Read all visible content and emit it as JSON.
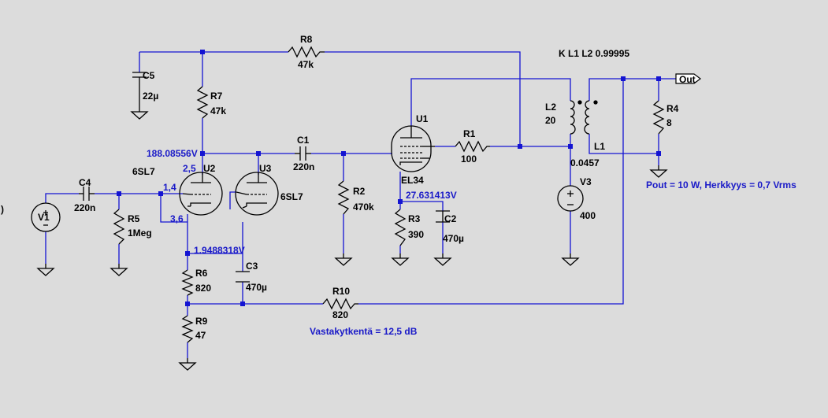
{
  "colors": {
    "background": "#dcdcdc",
    "wire": "#1414d2",
    "component": "#000000",
    "annotation": "#1a1ac8"
  },
  "directive": "K L1 L2 0.99995",
  "out_label": "Out",
  "left_edge_fragment": ")",
  "components": {
    "R8": {
      "ref": "R8",
      "value": "47k"
    },
    "C5": {
      "ref": "C5",
      "value": "22µ"
    },
    "R7": {
      "ref": "R7",
      "value": "47k"
    },
    "C1": {
      "ref": "C1",
      "value": "220n"
    },
    "U1": {
      "ref": "U1",
      "value": "EL34"
    },
    "R1": {
      "ref": "R1",
      "value": "100"
    },
    "L2": {
      "ref": "L2",
      "value": "20"
    },
    "L1": {
      "ref": "L1",
      "value": "0.0457"
    },
    "R4": {
      "ref": "R4",
      "value": "8"
    },
    "U2": {
      "ref": "U2",
      "value": "6SL7"
    },
    "U3": {
      "ref": "U3",
      "value": "6SL7"
    },
    "C4": {
      "ref": "C4",
      "value": "220n"
    },
    "V1": {
      "ref": "V1",
      "value": ""
    },
    "R5": {
      "ref": "R5",
      "value": "1Meg"
    },
    "R2": {
      "ref": "R2",
      "value": "470k"
    },
    "R3": {
      "ref": "R3",
      "value": "390"
    },
    "C2": {
      "ref": "C2",
      "value": "470µ"
    },
    "V3": {
      "ref": "V3",
      "value": "400"
    },
    "C3": {
      "ref": "C3",
      "value": "470µ"
    },
    "R6": {
      "ref": "R6",
      "value": "820"
    },
    "R9": {
      "ref": "R9",
      "value": "47"
    },
    "R10": {
      "ref": "R10",
      "value": "820"
    }
  },
  "node_voltages": {
    "u2_plate": "188.08556V",
    "el34_cathode": "27.631413V",
    "u2_cathode": "1.9488318V"
  },
  "pin_labels": {
    "p25": "2,5",
    "p14": "1,4",
    "p36": "3,6"
  },
  "annotations": {
    "output_power": "Pout = 10 W, Herkkyys = 0,7 Vrms",
    "feedback": "Vastakytkentä = 12,5 dB"
  }
}
